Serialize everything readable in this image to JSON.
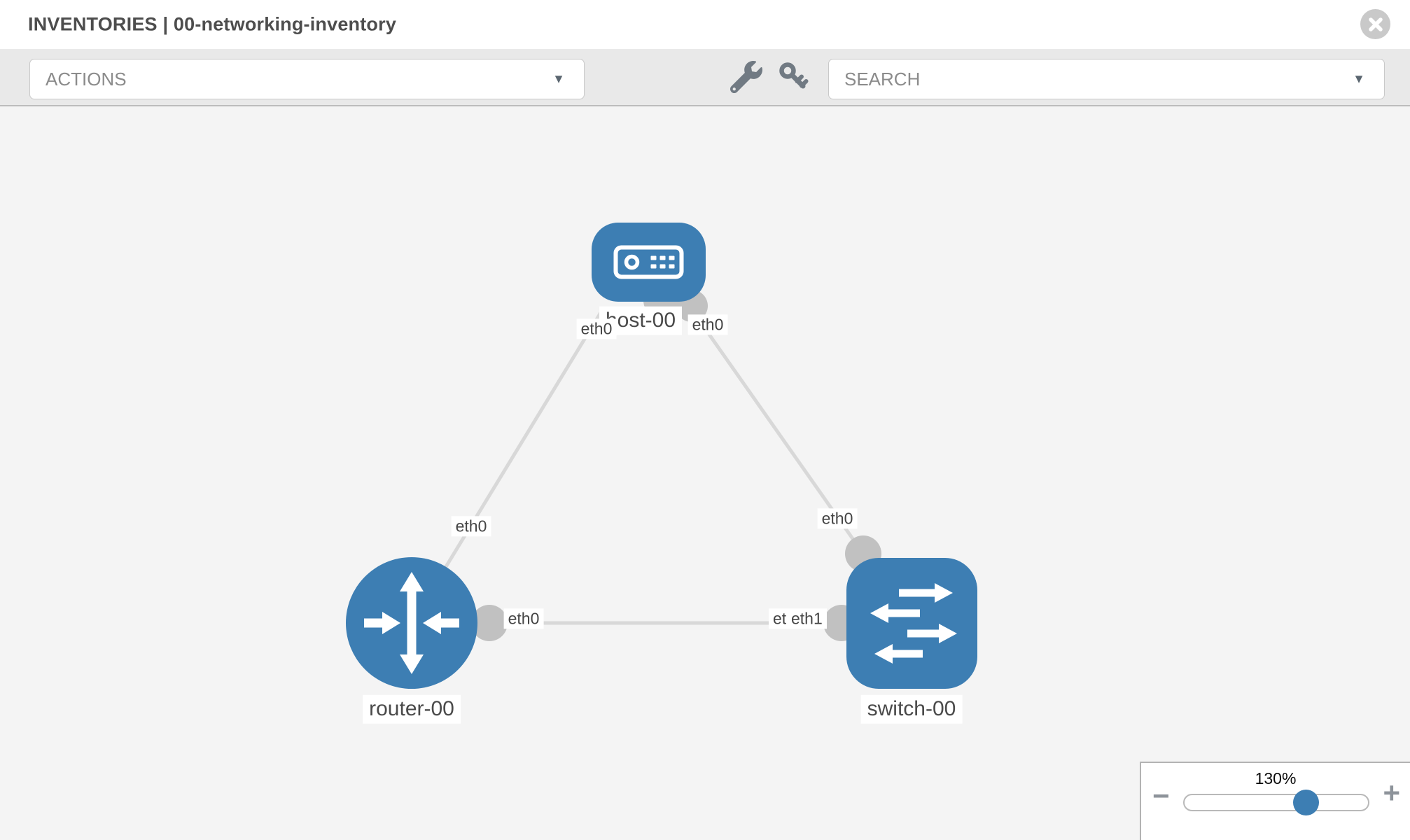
{
  "header": {
    "title": "INVENTORIES | 00-networking-inventory"
  },
  "toolbar": {
    "actions_placeholder": "ACTIONS",
    "search_placeholder": "SEARCH",
    "caret_glyph": "▼",
    "icons": [
      "wrench-icon",
      "key-icon"
    ]
  },
  "topology": {
    "nodes": [
      {
        "id": "host-00",
        "label": "host-00",
        "type": "host",
        "shape": "rounded-rect"
      },
      {
        "id": "router-00",
        "label": "router-00",
        "type": "router",
        "shape": "circle"
      },
      {
        "id": "switch-00",
        "label": "switch-00",
        "type": "switch",
        "shape": "rounded-square"
      }
    ],
    "links": [
      {
        "source": "host-00",
        "source_port": "eth0",
        "target": "router-00",
        "target_port": "eth0"
      },
      {
        "source": "host-00",
        "source_port": "eth0",
        "target": "switch-00",
        "target_port": "eth0"
      },
      {
        "source": "router-00",
        "source_port": "eth0",
        "target": "switch-00",
        "target_port": "eth1"
      }
    ],
    "port_labels": {
      "host_left": "eth0",
      "host_right": "eth0",
      "router_top": "eth0",
      "router_right": "eth0",
      "switch_top": "eth0",
      "switch_left_back": "eth0",
      "switch_left_front": "eth1"
    }
  },
  "zoom_control": {
    "level": "130%",
    "minus_glyph": "−",
    "plus_glyph": "+"
  },
  "colors": {
    "node_blue": "#3d7eb3",
    "edge_gray": "#d8d8d8",
    "port_gray": "#c1c1c1",
    "toolbar_gray": "#e9e9e9",
    "canvas_gray": "#f4f4f4",
    "icon_gray": "#717a83"
  }
}
